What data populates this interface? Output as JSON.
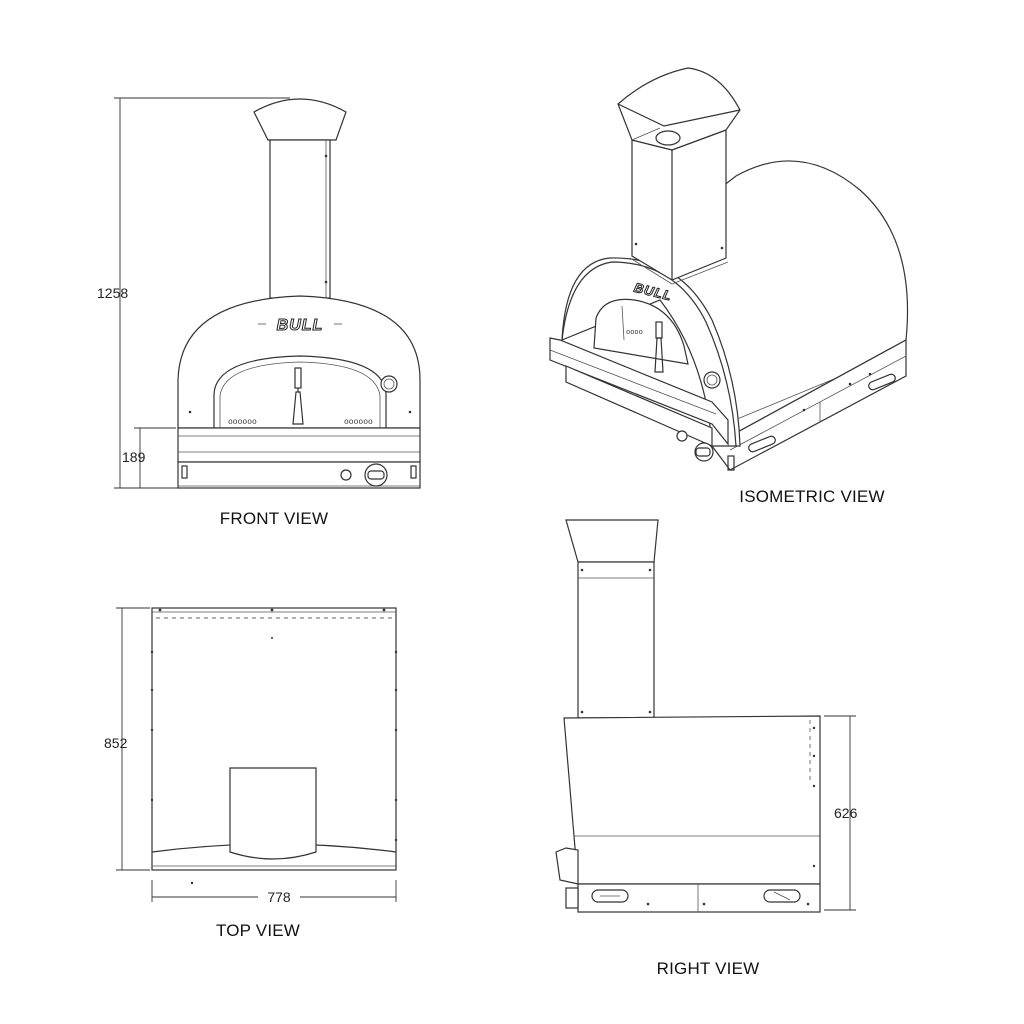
{
  "views": {
    "front": {
      "caption": "FRONT VIEW",
      "dim_height": "1258",
      "dim_base": "189",
      "brand": "BULL"
    },
    "isometric": {
      "caption": "ISOMETRIC VIEW",
      "brand": "BULL"
    },
    "top": {
      "caption": "TOP VIEW",
      "dim_depth": "852",
      "dim_width": "778"
    },
    "right": {
      "caption": "RIGHT VIEW",
      "dim_height": "626"
    }
  },
  "colors": {
    "line": "#333333",
    "background": "#ffffff"
  }
}
